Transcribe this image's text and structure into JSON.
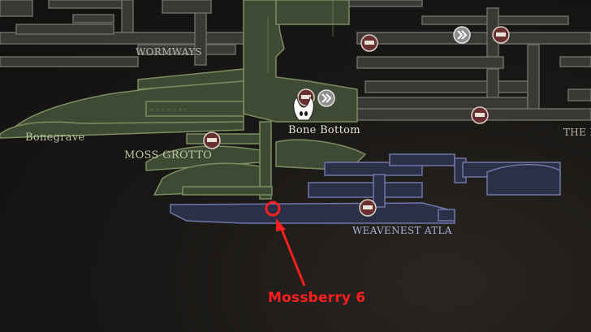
{
  "map": {
    "labels": {
      "wormways": "WORMWAYS",
      "bonegrave": "Bonegrave",
      "moss_grotto": "MOSS GROTTO",
      "bone_bottom": "Bone Bottom",
      "weavenest_atla": "WEAVENEST ATLA",
      "the_marrow": "THE M"
    },
    "callout": {
      "text": "Mossberry 6",
      "color": "#ff1e1e"
    },
    "colors": {
      "background": "#141312",
      "gray_region": "#3a3936",
      "green_region": "#3e4a34",
      "blue_region": "#2c3046",
      "marker_ring": "#ff1e1e"
    }
  }
}
